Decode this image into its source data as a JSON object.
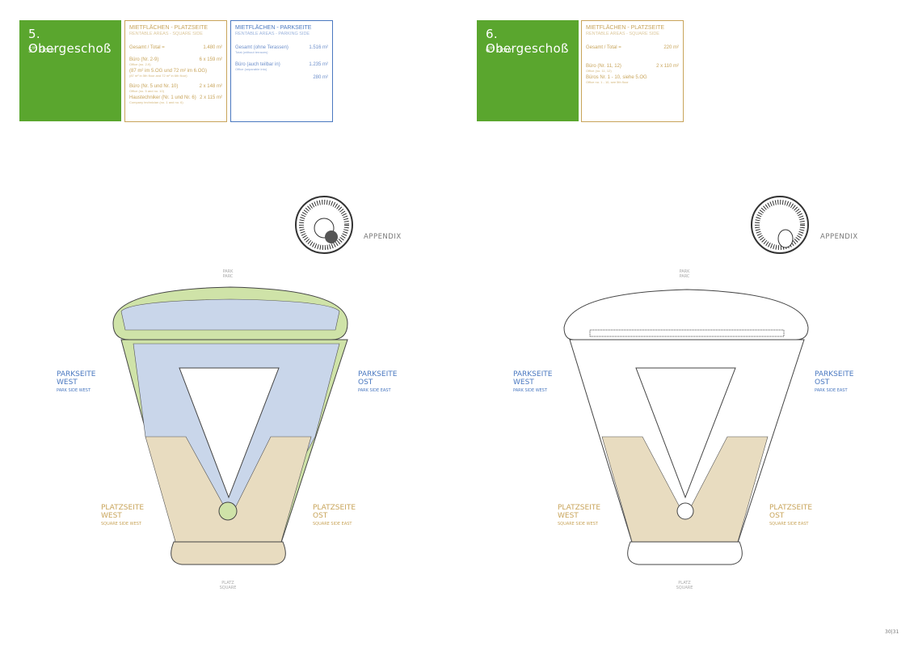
{
  "left": {
    "title": "5. Obergeschoß",
    "subtitle_num": "5",
    "subtitle_sup": "th",
    "subtitle": "Floor",
    "square": {
      "heading": "MIETFLÄCHEN - PLATZSEITE",
      "subheading": "RENTABLE AREAS - SQUARE SIDE",
      "rows": [
        {
          "label": "Gesamt / Total =",
          "sub": "",
          "value": "1.480 m²"
        },
        {
          "label": "Büro (Nr. 2-9)",
          "sub": "Office (no. 2-9)",
          "value": "6 x 159 m²"
        },
        {
          "label": "(87 m² im 5.OG und 72 m² im 6.OG)",
          "sub": "(87 m² in 5th floor and 72 m² in 6th floor)",
          "value": ""
        },
        {
          "label": "Büro (Nr. 5 und Nr. 10)",
          "sub": "Office (no. 5 and no. 10)",
          "value": "2 x 148 m²"
        },
        {
          "label": "Haustechniker (Nr. 1 und Nr. 6)",
          "sub": "Company technician (no. 1 and no. 6)",
          "value": "2 x 115 m²"
        }
      ]
    },
    "parking": {
      "heading": "MIETFLÄCHEN - PARKSEITE",
      "subheading": "RENTABLE AREAS - PARKING SIDE",
      "rows": [
        {
          "label": "Gesamt (ohne Terassen)",
          "sub": "Total (without terraces)",
          "value": "1.516 m²"
        },
        {
          "label": "Büro (auch teilbar in)",
          "sub": "Office (separable into)",
          "value": "1.235 m²"
        },
        {
          "label": "",
          "sub": "",
          "value": "280 m²"
        }
      ]
    }
  },
  "right": {
    "title": "6. Obergeschoß",
    "subtitle_num": "6",
    "subtitle_sup": "th",
    "subtitle": "Floor",
    "square": {
      "heading": "MIETFLÄCHEN - PLATZSEITE",
      "subheading": "RENTABLE AREAS - SQUARE SIDE",
      "rows": [
        {
          "label": "Gesamt / Total =",
          "sub": "",
          "value": "220 m²"
        },
        {
          "label": "Büro (Nr. 11, 12)",
          "sub": "Office (no. 11, 12)",
          "value": "2 x 110 m²"
        },
        {
          "label": "Büros Nr. 1 - 10, siehe 5.OG",
          "sub": "Office no. 1 - 10, see 5th floor",
          "value": ""
        }
      ]
    }
  },
  "plan": {
    "appendix": "APPENDIX",
    "park": "PARK",
    "park_en": "PARC",
    "platz": "PLATZ",
    "platz_en": "SQUARE",
    "parkseite_west": "PARKSEITE",
    "west": "WEST",
    "park_side_west": "PARK SIDE WEST",
    "parkseite_ost": "PARKSEITE",
    "ost": "OST",
    "park_side_east": "PARK SIDE EAST",
    "platzseite_west": "PLATZSEITE",
    "square_side_west": "SQUARE SIDE WEST",
    "platzseite_ost": "PLATZSEITE",
    "square_side_east": "SQUARE SIDE EAST"
  },
  "page_number": "30|31",
  "colors": {
    "green": "#5aa62e",
    "gold": "#c8a45a",
    "blue": "#4a78c0"
  }
}
